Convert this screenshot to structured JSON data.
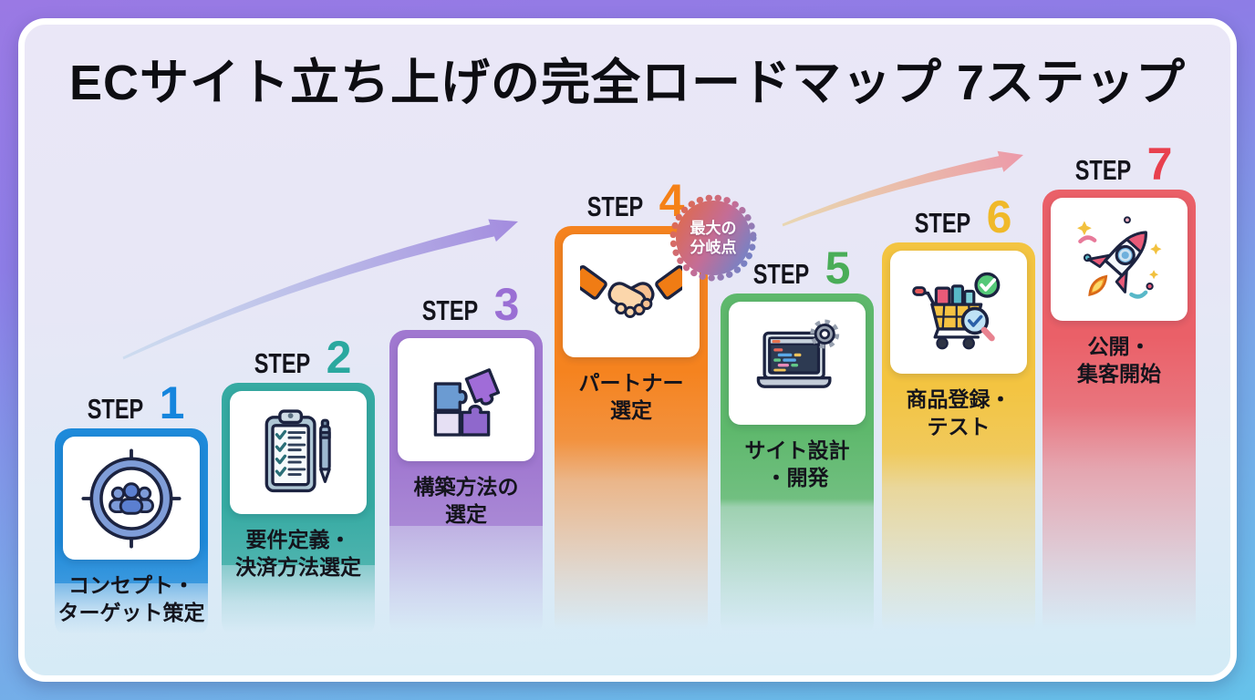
{
  "title": "ECサイト立ち上げの完全ロードマップ 7ステップ",
  "badge": {
    "line1": "最大の",
    "line2": "分岐点"
  },
  "colors": {
    "frame_top": "#9a79e4",
    "frame_bottom": "#66c2ea",
    "panel_bg": "#e8e6f6",
    "arrow_left_start": "#b9d2ea",
    "arrow_left_end": "#9f86dd",
    "arrow_right_start": "#e9cb85",
    "arrow_right_end": "#ec95a5"
  },
  "steps": [
    {
      "word": "STEP",
      "number": "1",
      "label": "コンセプト・\nターゲット策定",
      "color": "#1e8ada",
      "icon": "target-audience-icon"
    },
    {
      "word": "STEP",
      "number": "2",
      "label": "要件定義・\n決済方法選定",
      "color": "#35aaa2",
      "icon": "checklist-clipboard-icon"
    },
    {
      "word": "STEP",
      "number": "3",
      "label": "構築方法の\n選定",
      "color": "#a078d0",
      "icon": "puzzle-pieces-icon"
    },
    {
      "word": "STEP",
      "number": "4",
      "label": "パートナー\n選定",
      "color": "#f5831f",
      "icon": "handshake-icon"
    },
    {
      "word": "STEP",
      "number": "5",
      "label": "サイト設計\n・開発",
      "color": "#5eb86c",
      "icon": "laptop-code-icon"
    },
    {
      "word": "STEP",
      "number": "6",
      "label": "商品登録・\nテスト",
      "color": "#f3c441",
      "icon": "cart-check-icon"
    },
    {
      "word": "STEP",
      "number": "7",
      "label": "公開・\n集客開始",
      "color": "#ea6068",
      "icon": "rocket-launch-icon"
    }
  ]
}
